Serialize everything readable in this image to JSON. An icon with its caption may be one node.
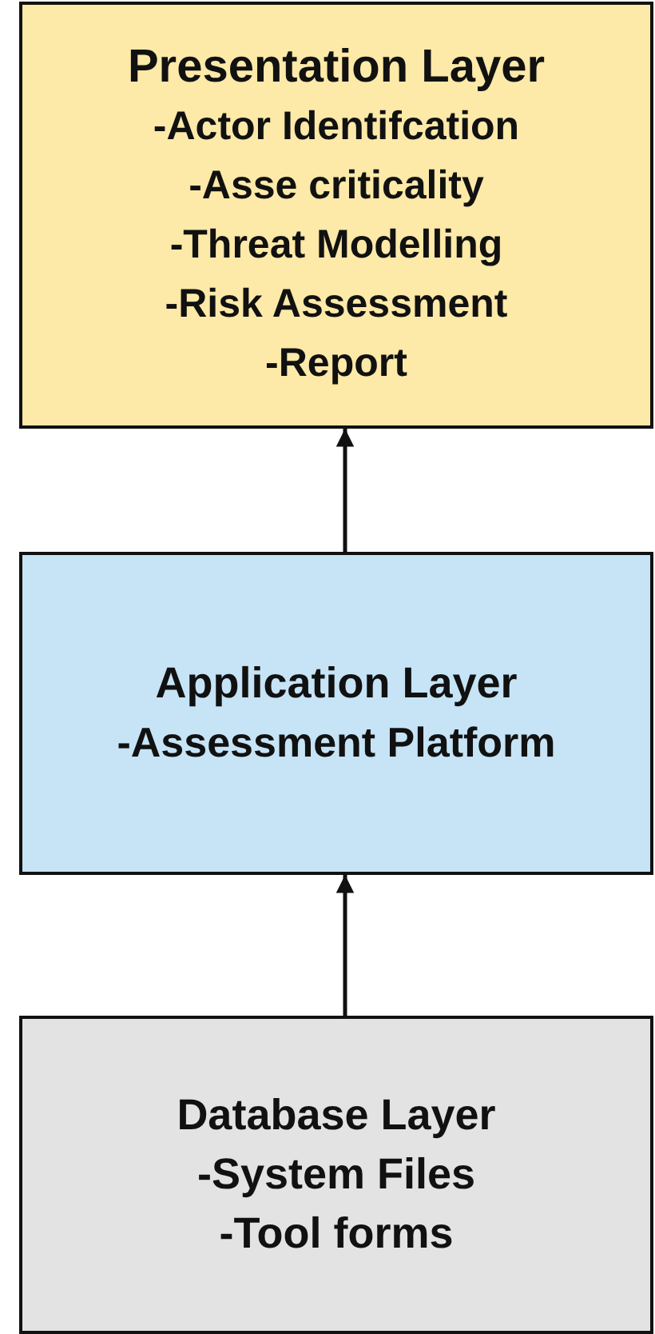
{
  "diagram": {
    "nodes": [
      {
        "text": [
          "Presentation Layer",
          "-Actor Identifcation",
          "-Asse criticality",
          "-Threat Modelling",
          "-Risk Assessment",
          "-Report"
        ]
      },
      {
        "text": [
          "Application Layer",
          "-Assessment Platform"
        ]
      },
      {
        "text": [
          "Database Layer",
          "-System Files",
          "-Tool forms"
        ]
      }
    ],
    "edges": [
      {
        "from": 1,
        "to": 0,
        "arrow": "to"
      },
      {
        "from": 2,
        "to": 1,
        "arrow": "to"
      }
    ]
  }
}
